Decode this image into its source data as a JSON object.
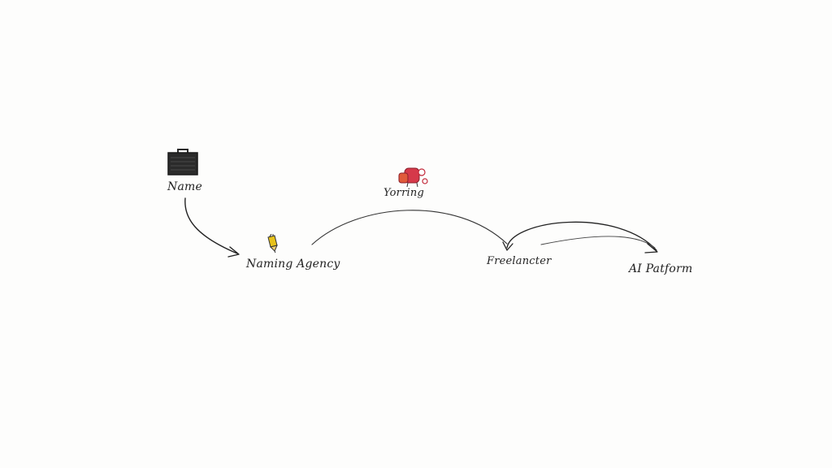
{
  "nodes": [
    {
      "id": "name",
      "label": "Name",
      "icon": "briefcase-icon"
    },
    {
      "id": "naming-agency",
      "label": "Naming Agency",
      "icon": "pencil-icon"
    },
    {
      "id": "yourself",
      "label": "Yorring",
      "icon": "backpack-icon"
    },
    {
      "id": "freelancer",
      "label": "Freelancter",
      "icon": ""
    },
    {
      "id": "ai-platform",
      "label": "AI Patform",
      "icon": ""
    }
  ],
  "edges": [
    {
      "from": "name",
      "to": "naming-agency"
    },
    {
      "from": "naming-agency",
      "to": "freelancer"
    },
    {
      "from": "freelancer",
      "to": "ai-platform"
    }
  ],
  "colors": {
    "background": "#fdfdfc",
    "ink": "#222222",
    "briefcase": "#2b2b2b",
    "pencil": "#e8c21a",
    "backpack": "#d6394a"
  }
}
